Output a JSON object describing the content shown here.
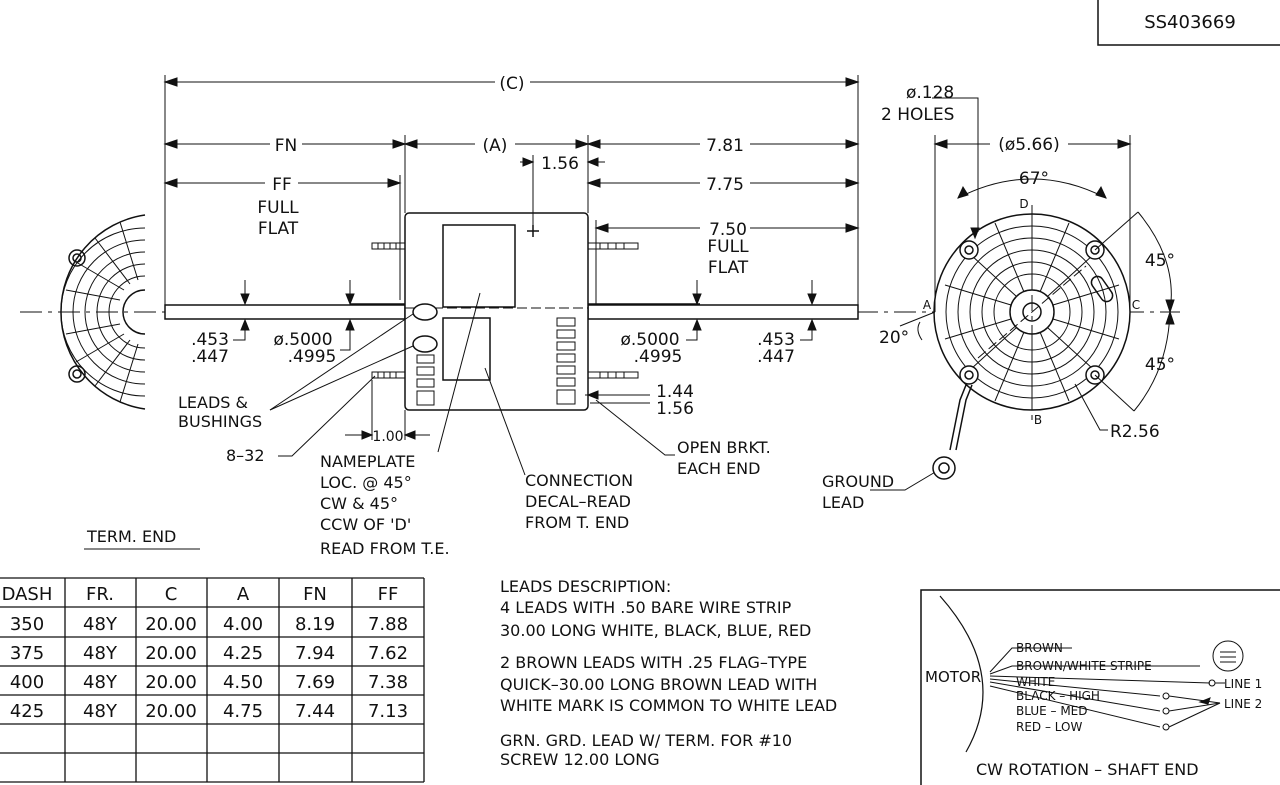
{
  "drawing_number": "SS403669",
  "dimensions": {
    "c": "(C)",
    "a": "(A)",
    "fn": "FN",
    "ff": "FF",
    "full": "FULL",
    "flat": "FLAT",
    "d_781": "7.81",
    "d_156": "1.56",
    "d_775": "7.75",
    "d_750": "7.50",
    "tol_453": ".453",
    "tol_447": ".447",
    "shaft_5000": "ø.5000",
    "shaft_4995": ".4995",
    "d_144": "1.44",
    "d_156b": "1.56",
    "d_100": "1.00",
    "hole_dia": "ø.128",
    "holes": "2 HOLES",
    "bolt_circle": "(ø5.66)",
    "angle_67": "67°",
    "angle_45_top": "45°",
    "angle_45_bottom": "45°",
    "angle_20": "20°",
    "r_256": "R2.56"
  },
  "markers": {
    "d": "D",
    "a": "A",
    "b": "B",
    "c": "C"
  },
  "notes": {
    "leads_1": "LEADS &",
    "leads_2": "BUSHINGS",
    "screw": "8–32",
    "nameplate_1": "NAMEPLATE",
    "nameplate_2": "LOC. @ 45°",
    "nameplate_3": "CW & 45°",
    "nameplate_4": "CCW OF 'D'",
    "nameplate_5": "READ FROM T.E.",
    "connection_1": "CONNECTION",
    "connection_2": "DECAL–READ",
    "connection_3": "FROM T. END",
    "open_1": "OPEN BRKT.",
    "open_2": "EACH END",
    "ground_1": "GROUND",
    "ground_2": "LEAD",
    "term_end": "TERM. END"
  },
  "table": {
    "headers": [
      "DASH",
      "FR.",
      "C",
      "A",
      "FN",
      "FF"
    ],
    "rows": [
      [
        "350",
        "48Y",
        "20.00",
        "4.00",
        "8.19",
        "7.88"
      ],
      [
        "375",
        "48Y",
        "20.00",
        "4.25",
        "7.94",
        "7.62"
      ],
      [
        "400",
        "48Y",
        "20.00",
        "4.50",
        "7.69",
        "7.38"
      ],
      [
        "425",
        "48Y",
        "20.00",
        "4.75",
        "7.44",
        "7.13"
      ]
    ]
  },
  "leads_description": {
    "l1": "LEADS DESCRIPTION:",
    "l2": "4 LEADS WITH .50 BARE WIRE STRIP",
    "l3": "30.00 LONG WHITE, BLACK, BLUE, RED",
    "l4": "2 BROWN LEADS WITH .25 FLAG–TYPE",
    "l5": "QUICK–30.00 LONG BROWN LEAD WITH",
    "l6": "WHITE MARK IS COMMON TO WHITE LEAD",
    "l7": "GRN. GRD. LEAD W/ TERM. FOR #10",
    "l8": "SCREW 12.00 LONG"
  },
  "wiring": {
    "motor": "MOTOR",
    "brown": "BROWN",
    "brown_white": "BROWN/WHITE STRIPE",
    "white": "WHITE",
    "black": "BLACK – HIGH",
    "blue": "BLUE  – MED",
    "red": "RED  – LOW",
    "line1": "LINE 1",
    "line2": "LINE 2",
    "rotation": "CW ROTATION – SHAFT END"
  }
}
